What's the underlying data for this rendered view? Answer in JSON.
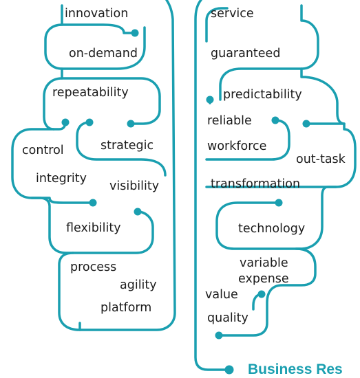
{
  "colors": {
    "line": "#1a9fb0",
    "caption": "#1a9fb0",
    "text": "#1c1c1c",
    "background": "#ffffff"
  },
  "left_hemisphere": {
    "words": [
      "innovation",
      "on-demand",
      "repeatability",
      "strategic",
      "control",
      "integrity",
      "visibility",
      "flexibility",
      "process",
      "agility",
      "platform"
    ]
  },
  "right_hemisphere": {
    "words": [
      "service",
      "guaranteed",
      "predictability",
      "reliable",
      "workforce",
      "out-task",
      "transformation",
      "technology",
      "variable",
      "expense",
      "value",
      "quality"
    ]
  },
  "caption": "Business Res"
}
